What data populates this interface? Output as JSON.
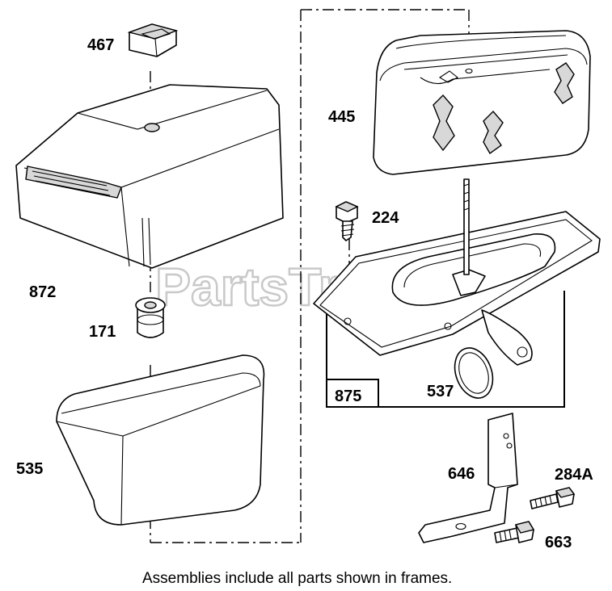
{
  "watermark": "PartsTree",
  "labels": {
    "p467": "467",
    "p445": "445",
    "p224": "224",
    "p872": "872",
    "p171": "171",
    "p875": "875",
    "p537": "537",
    "p535": "535",
    "p646": "646",
    "p284a": "284A",
    "p663": "663"
  },
  "footer": "Assemblies include all parts shown in frames."
}
